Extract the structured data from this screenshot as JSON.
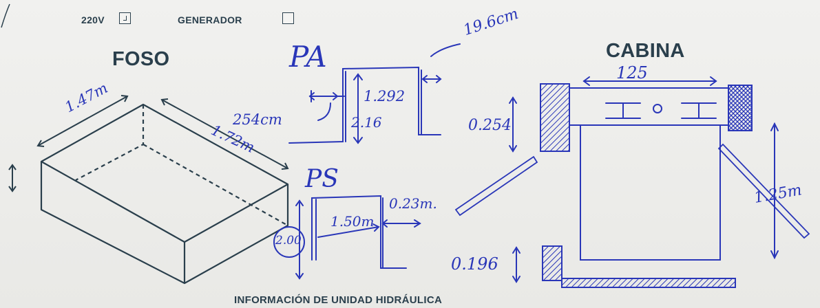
{
  "header": {
    "option_220v": "220V",
    "option_generador": "GENERADOR"
  },
  "foso": {
    "title": "FOSO",
    "dim_width": "1.47m",
    "dim_length": "1.72m"
  },
  "pa": {
    "label": "PA",
    "dim_offset": "19.6cm",
    "dim_width": "254cm",
    "dim_door": "1.292",
    "dim_height": "2.16"
  },
  "ps": {
    "label": "PS",
    "dim_height": "2.00",
    "dim_width": "1.50m",
    "dim_wall": "0.23m."
  },
  "cabina": {
    "title": "CABINA",
    "dim_width": "125",
    "dim_top_gap": "0.254",
    "dim_depth": "1.25m",
    "dim_bottom_gap": "0.196"
  },
  "footer": {
    "section_title": "INFORMACIÓN DE UNIDAD HIDRÁULICA"
  },
  "colors": {
    "ink_print": "#2a3f4c",
    "ink_pen": "#2936b8",
    "paper": "#eeeeec"
  }
}
